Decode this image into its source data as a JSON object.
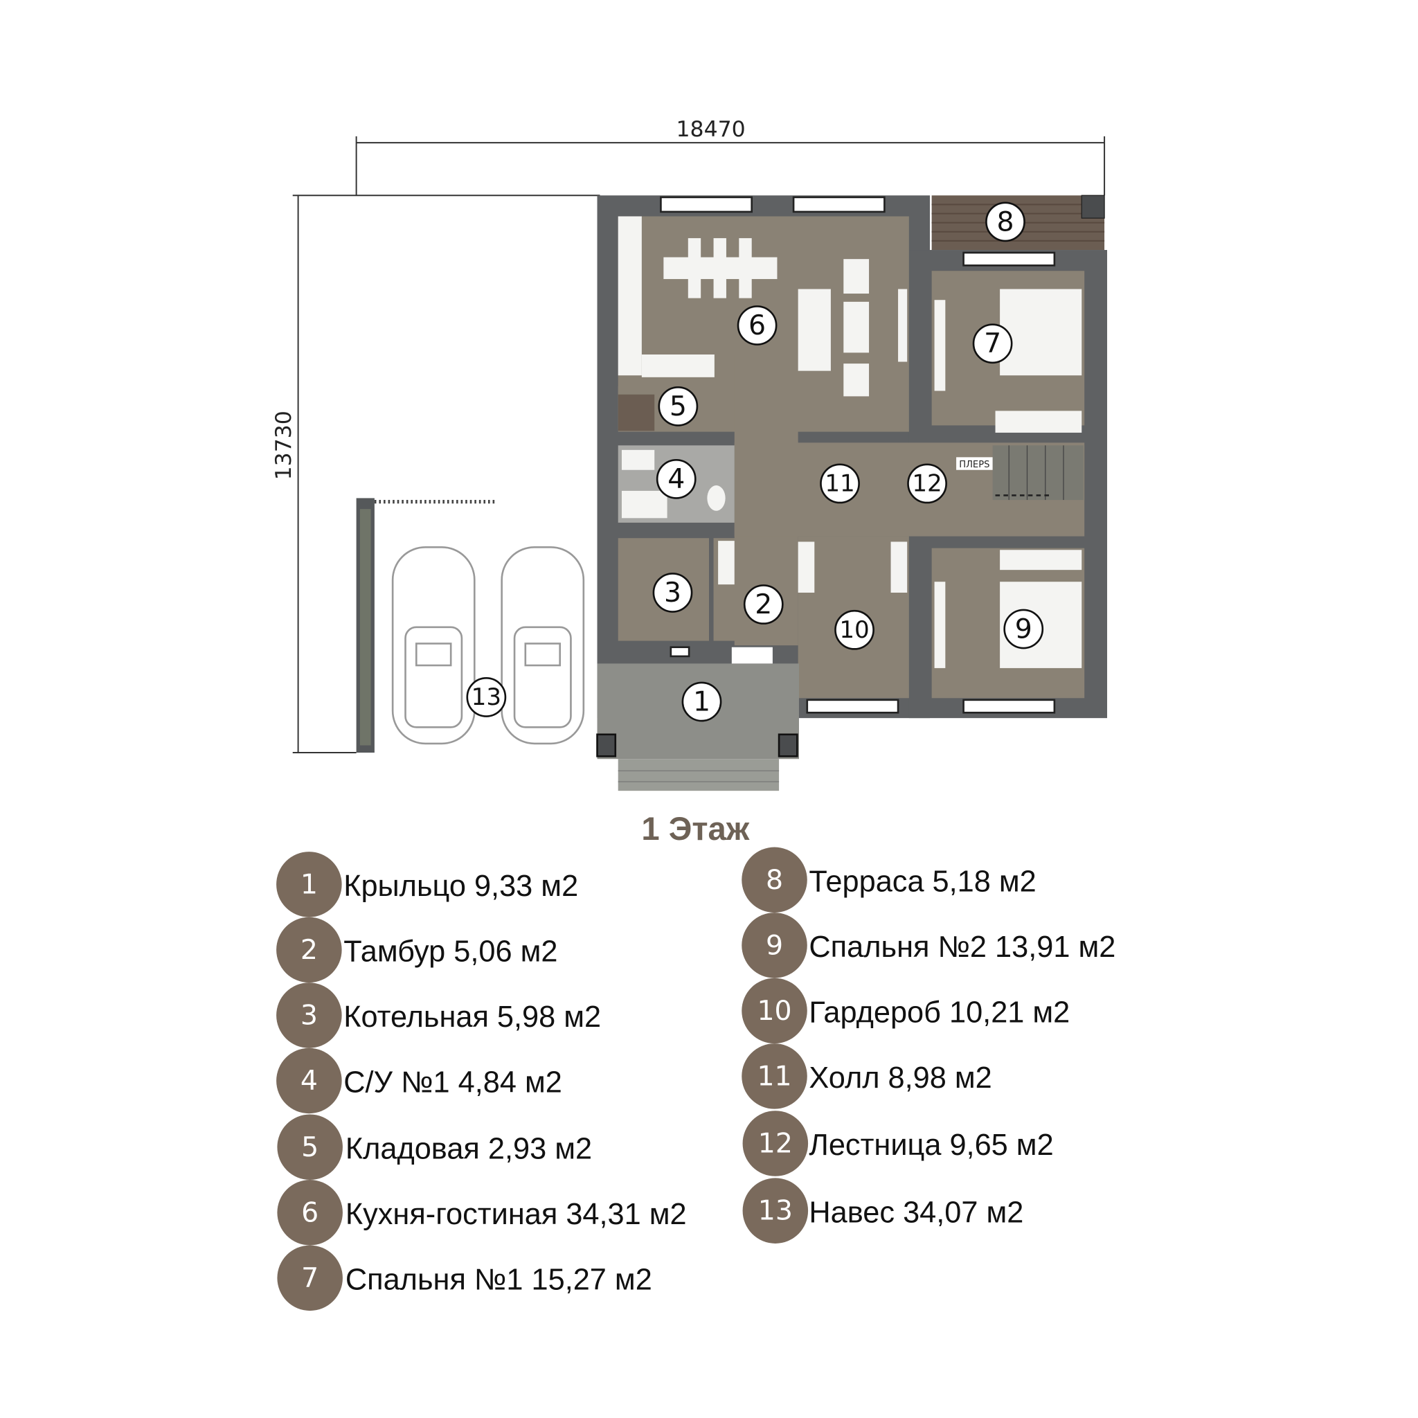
{
  "dimensions": {
    "width": "18470",
    "depth": "13730"
  },
  "title": "1 Этаж",
  "colors": {
    "wall": "#5f6163",
    "floor": "#8a8275",
    "terrace": "#6b5d52",
    "porch": "#8d8e89",
    "badge": "#7a6a5c",
    "title": "#6e6256"
  },
  "rooms": [
    {
      "number": "1",
      "name": "Крыльцо 9,33 м2"
    },
    {
      "number": "2",
      "name": "Тамбур 5,06 м2"
    },
    {
      "number": "3",
      "name": "Котельная 5,98 м2"
    },
    {
      "number": "4",
      "name": "С/У №1  4,84 м2"
    },
    {
      "number": "5",
      "name": "Кладовая 2,93 м2"
    },
    {
      "number": "6",
      "name": "Кухня-гостиная 34,31 м2"
    },
    {
      "number": "7",
      "name": "Спальня №1 15,27 м2"
    },
    {
      "number": "8",
      "name": "Терраса 5,18 м2"
    },
    {
      "number": "9",
      "name": "Спальня №2 13,91 м2"
    },
    {
      "number": "10",
      "name": "Гардероб 10,21 м2"
    },
    {
      "number": "11",
      "name": "Холл 8,98 м2"
    },
    {
      "number": "12",
      "name": "Лестница 9,65 м2"
    },
    {
      "number": "13",
      "name": "Навес 34,07 м2"
    }
  ],
  "stair_label": "ПЛЕРS"
}
